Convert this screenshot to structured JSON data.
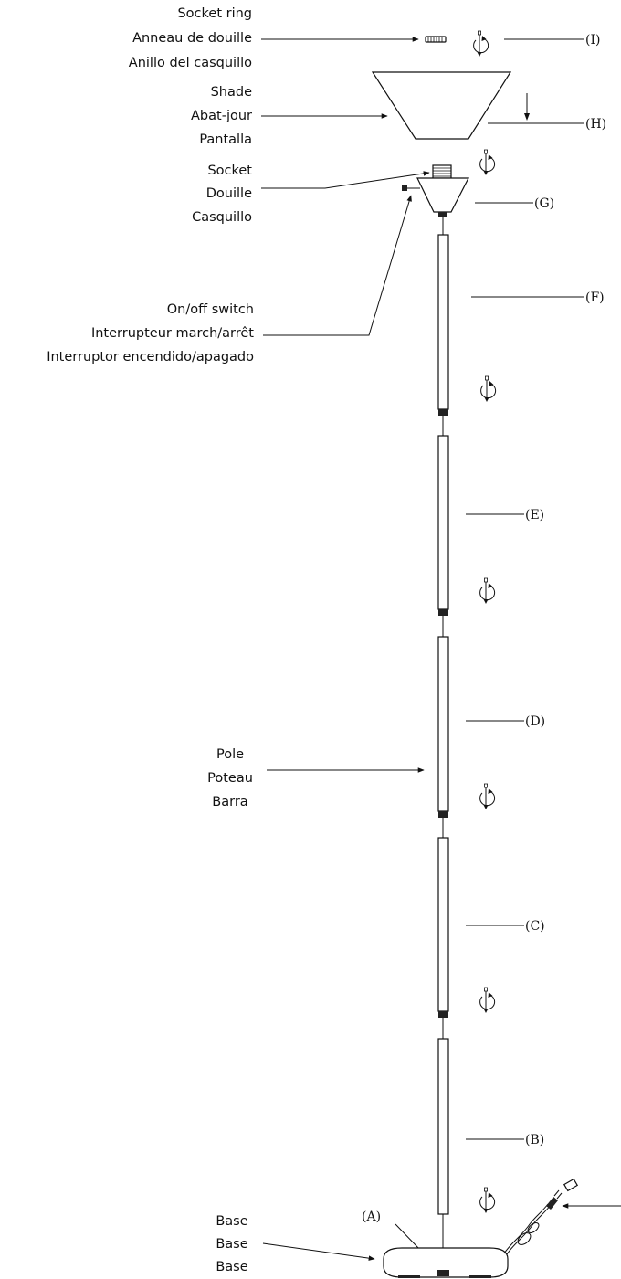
{
  "labels": {
    "socket_ring": [
      "Socket ring",
      "Anneau de douille",
      "Anillo del casquillo"
    ],
    "shade": [
      "Shade",
      "Abat-jour",
      "Pantalla"
    ],
    "socket": [
      "Socket",
      "Douille",
      "Casquillo"
    ],
    "switch": [
      "On/off switch",
      "Interrupteur march/arrêt",
      "Interruptor encendido/apagado"
    ],
    "pole": [
      "Pole",
      "Poteau",
      "Barra"
    ],
    "base": [
      "Base",
      "Base",
      "Base"
    ]
  },
  "part_letters": {
    "I": "(I)",
    "H": "(H)",
    "G": "(G)",
    "F": "(F)",
    "E": "(E)",
    "D": "(D)",
    "C": "(C)",
    "B": "(B)",
    "A": "(A)"
  }
}
